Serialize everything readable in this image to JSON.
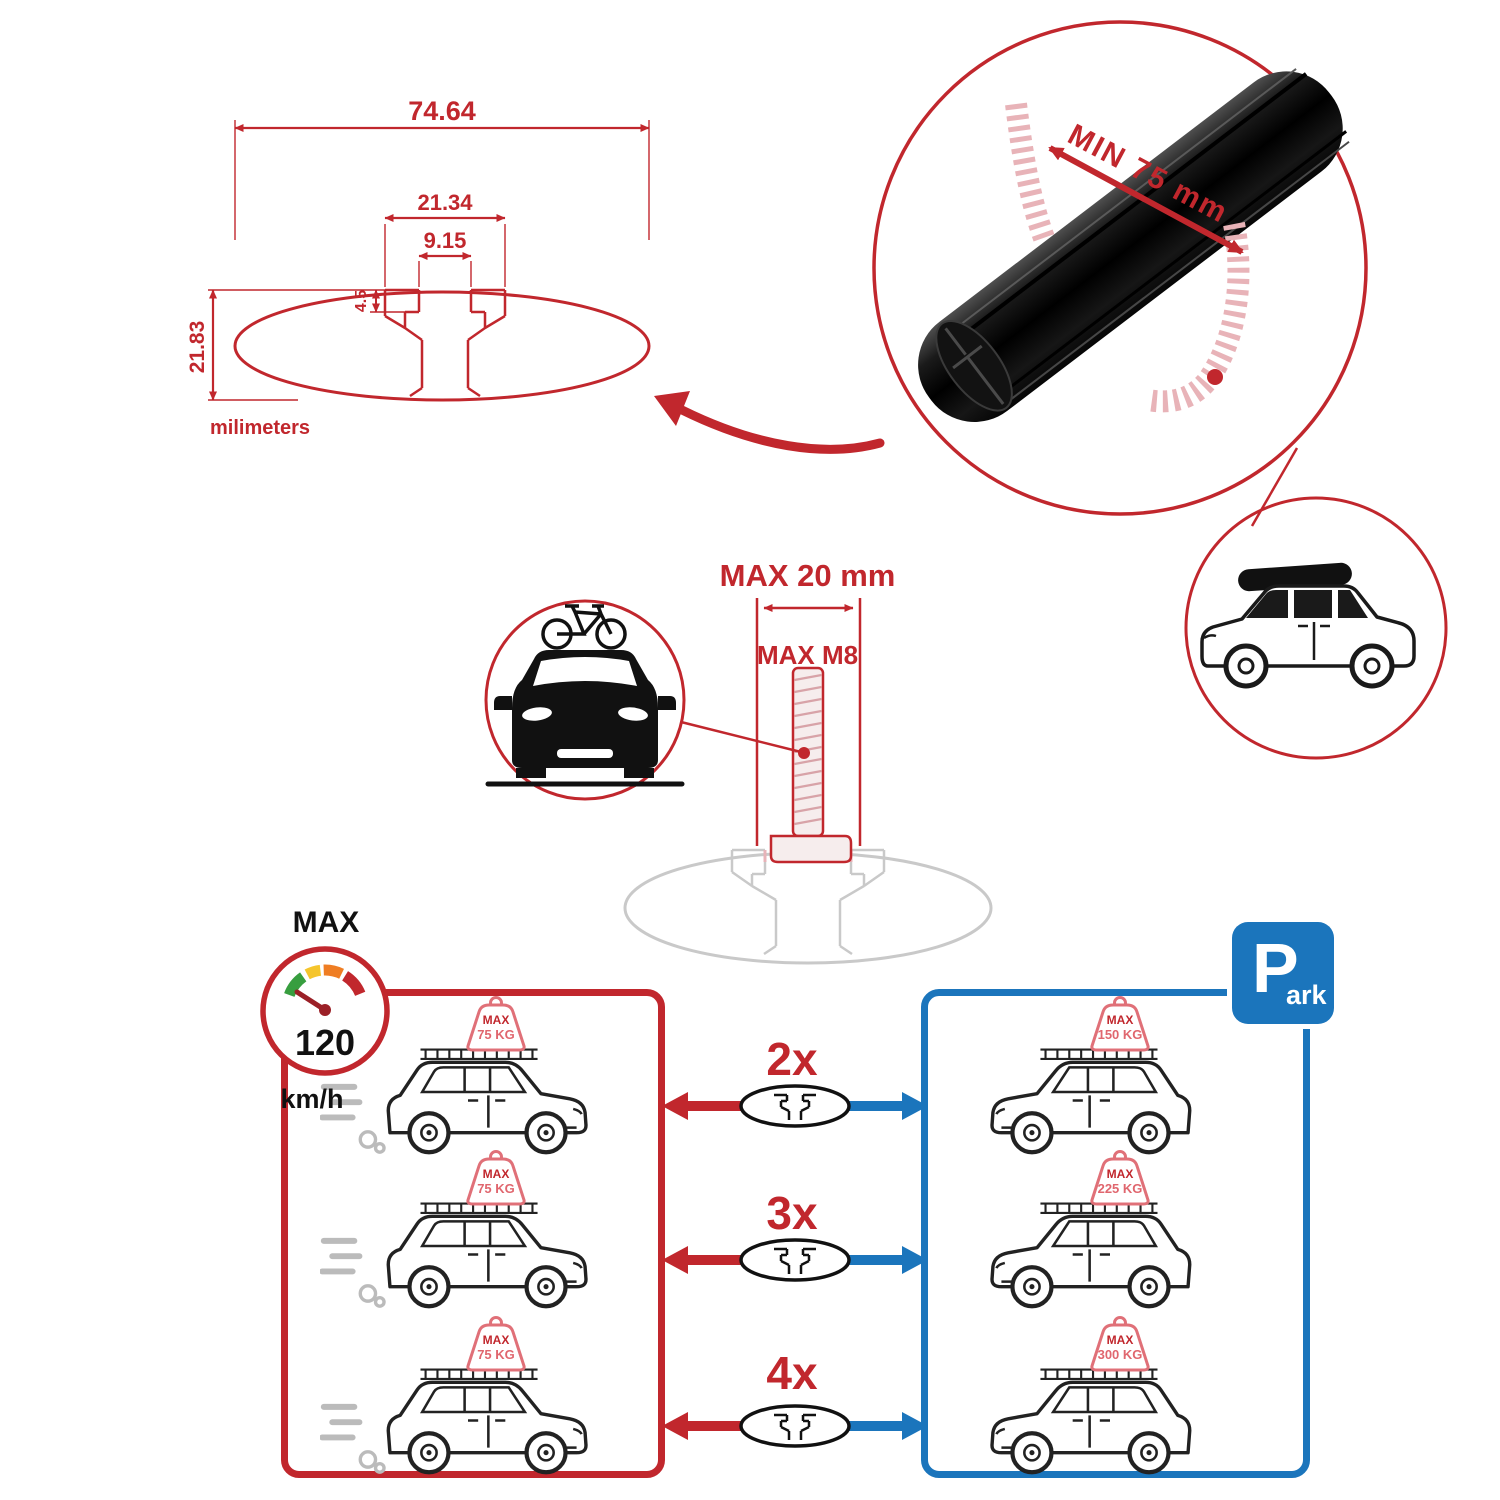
{
  "colors": {
    "accent_red": "#c1272d",
    "accent_blue": "#1b75bc",
    "ghost_pink": "#e8b3b8",
    "profile_gray": "#c9c9c9"
  },
  "dimension_diagram": {
    "total_width": "74.64",
    "channel_outer_width": "21.34",
    "slot_opening_width": "9.15",
    "slot_depth": "4.5",
    "total_height": "21.83",
    "units_label": "milimeters"
  },
  "crossbar_detail": {
    "min_span_label": "MIN 75 mm"
  },
  "bolt_detail": {
    "max_length_label": "MAX 20 mm",
    "max_thread_label": "MAX M8"
  },
  "speed_limit": {
    "heading": "MAX",
    "value": "120",
    "units": "km/h"
  },
  "parking_sign": {
    "letter": "P",
    "suffix": "ark"
  },
  "load_capacity": {
    "driving_cars": [
      {
        "tag_line1": "MAX",
        "tag_line2": "75 KG"
      },
      {
        "tag_line1": "MAX",
        "tag_line2": "75 KG"
      },
      {
        "tag_line1": "MAX",
        "tag_line2": "75 KG"
      }
    ],
    "parked_cars": [
      {
        "tag_line1": "MAX",
        "tag_line2": "150 KG"
      },
      {
        "tag_line1": "MAX",
        "tag_line2": "225 KG"
      },
      {
        "tag_line1": "MAX",
        "tag_line2": "300 KG"
      }
    ],
    "bar_counts": [
      "2x",
      "3x",
      "4x"
    ]
  }
}
